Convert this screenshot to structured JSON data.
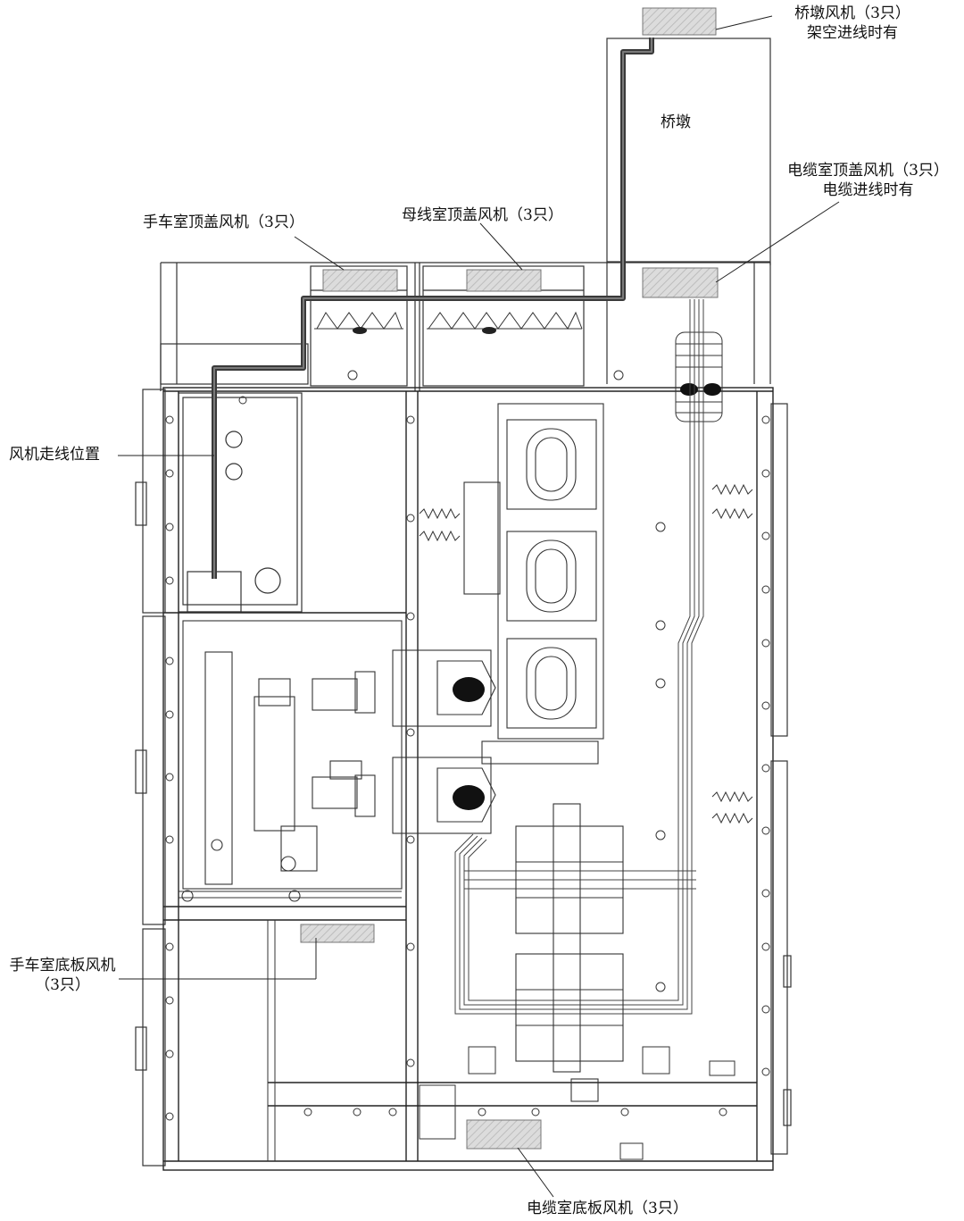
{
  "labels": {
    "pier_fan_line1": "桥墩风机（3只）",
    "pier_fan_line2": "架空进线时有",
    "pier": "桥墩",
    "cable_top_fan_line1": "电缆室顶盖风机（3只）",
    "cable_top_fan_line2": "电缆进线时有",
    "cart_top_fan": "手车室顶盖风机（3只）",
    "busbar_top_fan": "母线室顶盖风机（3只）",
    "fan_wiring": "风机走线位置",
    "cart_bottom_fan_line1": "手车室底板风机",
    "cart_bottom_fan_line2": "（3只）",
    "cable_bottom_fan": "电缆室底板风机（3只）"
  },
  "colors": {
    "line": "#222222",
    "thin": "#555555",
    "fan_fill": "#d6d6d6",
    "wire": "#3a3a3a"
  }
}
